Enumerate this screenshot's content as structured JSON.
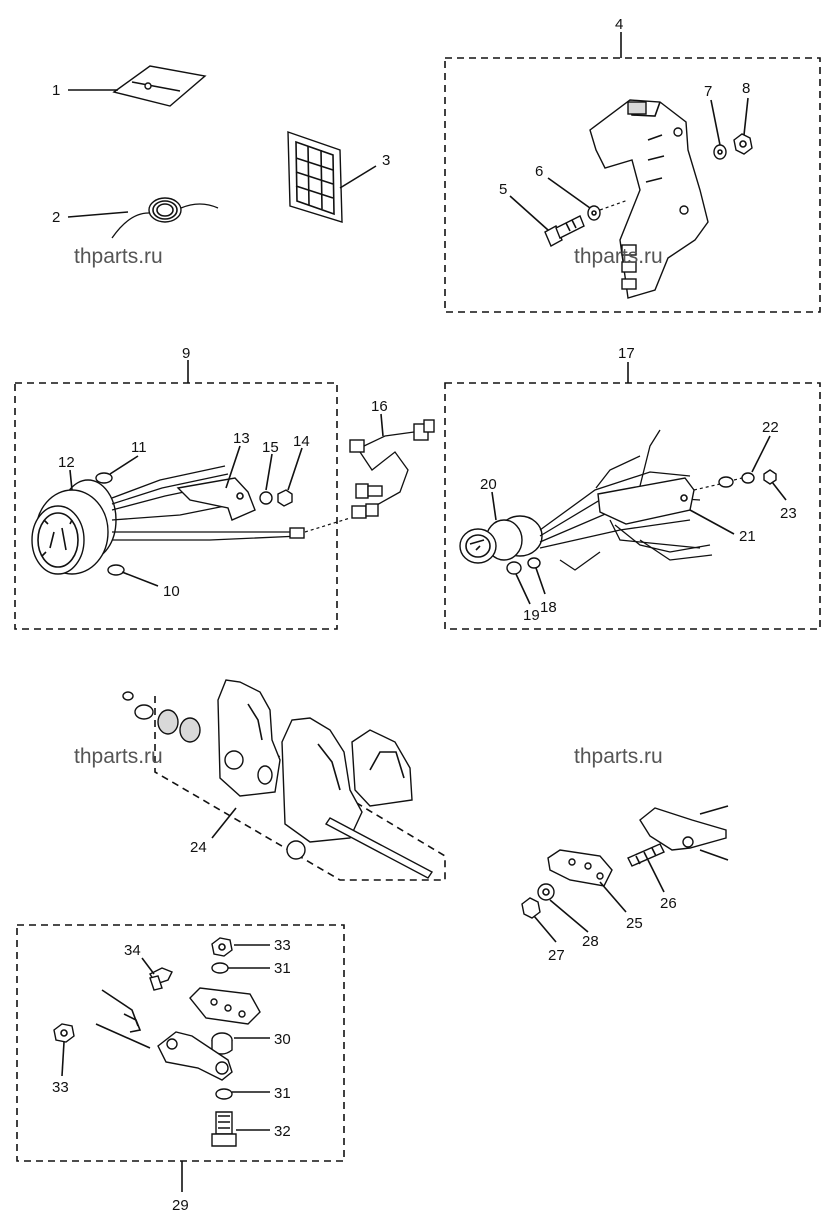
{
  "callouts": {
    "c1": "1",
    "c2": "2",
    "c3": "3",
    "c4": "4",
    "c5": "5",
    "c6": "6",
    "c7": "7",
    "c8": "8",
    "c9": "9",
    "c10": "10",
    "c11": "11",
    "c12": "12",
    "c13": "13",
    "c14": "14",
    "c15": "15",
    "c16": "16",
    "c17": "17",
    "c18": "18",
    "c19": "19",
    "c20": "20",
    "c21": "21",
    "c22": "22",
    "c23": "23",
    "c24": "24",
    "c25": "25",
    "c26": "26",
    "c27": "27",
    "c28": "28",
    "c29": "29",
    "c30": "30",
    "c31a": "31",
    "c31b": "31",
    "c32": "32",
    "c33a": "33",
    "c33b": "33",
    "c34": "34"
  },
  "watermarks": {
    "w1": "thparts.ru",
    "w2": "thparts.ru",
    "w3": "thparts.ru",
    "w4": "thparts.ru"
  }
}
